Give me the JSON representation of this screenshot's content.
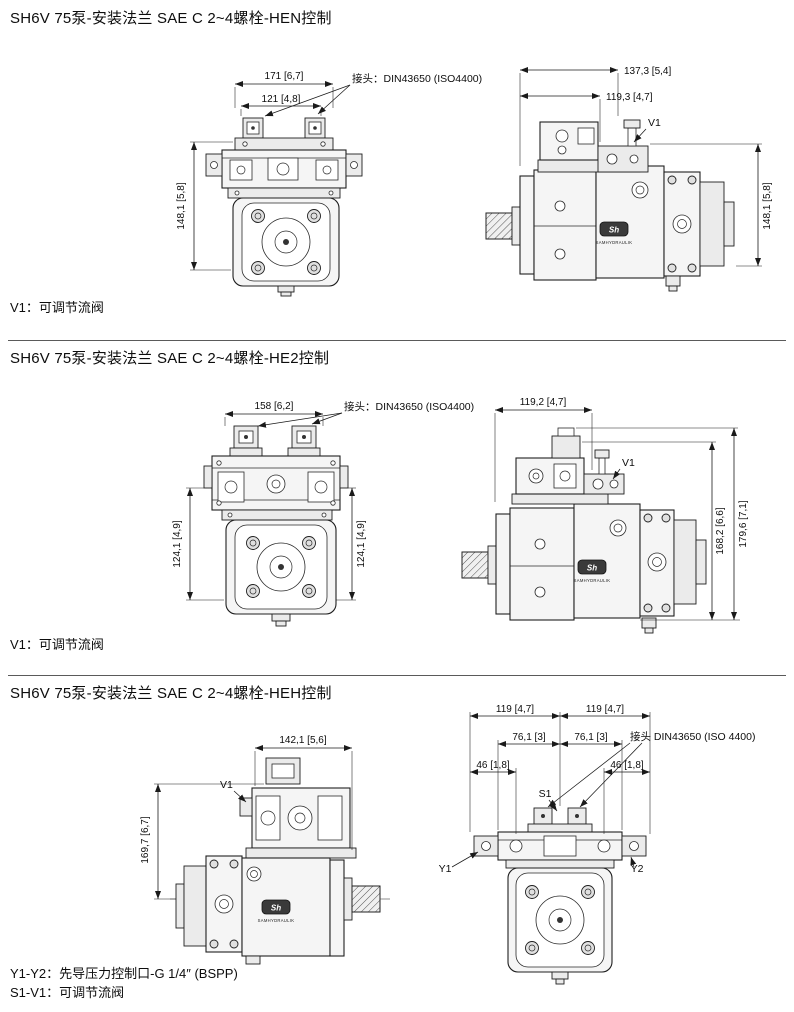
{
  "sections": [
    {
      "title": "SH6V 75泵-安装法兰 SAE C 2~4螺栓-HEN控制",
      "connector_label": "接头：DIN43650 (ISO4400)",
      "front": {
        "dim_top_outer": "171 [6,7]",
        "dim_top_inner": "121 [4,8]",
        "dim_height": "148,1 [5,8]"
      },
      "side": {
        "dim_top_outer": "137,3 [5,4]",
        "dim_top_inner": "119,3 [4,7]",
        "dim_height": "148,1 [5,8]",
        "v1_label": "V1"
      },
      "logo": {
        "mark": "Sh",
        "brand": "SAMHYDRAULIK"
      },
      "footnotes": [
        "V1：可调节流阀"
      ]
    },
    {
      "title": "SH6V 75泵-安装法兰 SAE C 2~4螺栓-HE2控制",
      "connector_label": "接头：DIN43650 (ISO4400)",
      "front": {
        "dim_top": "158 [6,2]",
        "dim_height_left": "124,1 [4,9]",
        "dim_height_right": "124,1 [4,9]"
      },
      "side": {
        "dim_top": "119,2 [4,7]",
        "dim_height_inner": "168,2 [6,6]",
        "dim_height_outer": "179,6 [7,1]",
        "v1_label": "V1"
      },
      "logo": {
        "mark": "Sh",
        "brand": "SAMHYDRAULIK"
      },
      "footnotes": [
        "V1：可调节流阀"
      ]
    },
    {
      "title": "SH6V 75泵-安装法兰 SAE C 2~4螺栓-HEH控制",
      "connector_label": "接头 DIN43650 (ISO 4400)",
      "side": {
        "dim_top": "142,1 [5,6]",
        "dim_height": "169,7 [6,7]",
        "v1_label": "V1"
      },
      "front": {
        "dim_top_left": "119 [4,7]",
        "dim_top_right": "119 [4,7]",
        "dim_mid_left": "76,1 [3]",
        "dim_mid_right": "76,1 [3]",
        "dim_low_left": "46 [1,8]",
        "dim_low_right": "46 [1,8]",
        "s1_label": "S1",
        "y1_label": "Y1",
        "y2_label": "Y2"
      },
      "logo": {
        "mark": "Sh",
        "brand": "SAMHYDRAULIK"
      },
      "footnotes": [
        "Y1-Y2：先导压力控制口-G 1/4″ (BSPP)",
        "S1-V1：可调节流阀"
      ]
    }
  ]
}
